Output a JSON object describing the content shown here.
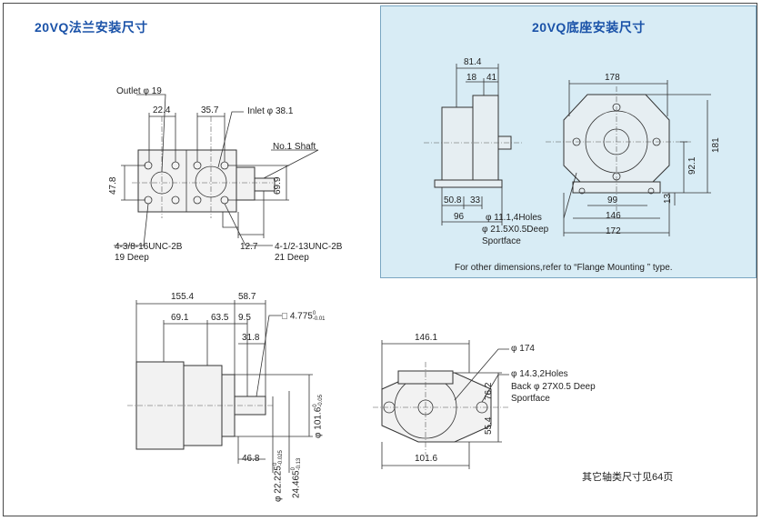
{
  "titles": {
    "flange": "20VQ法兰安装尺寸",
    "foot": "20VQ底座安装尺寸"
  },
  "flange_view": {
    "outlet": "Outlet φ 19",
    "inlet": "Inlet φ 38.1",
    "shaft": "No.1 Shaft",
    "d_22_4": "22.4",
    "d_35_7": "35.7",
    "d_47_8": "47.8",
    "d_69_9": "69.9",
    "d_12_7": "12.7",
    "thread_left_1": "4-3/8-16UNC-2B",
    "thread_left_2": "19 Deep",
    "thread_right_1": "4-1/2-13UNC-2B",
    "thread_right_2": "21 Deep"
  },
  "foot_view": {
    "d_81_4": "81.4",
    "d_18": "18",
    "d_41": "41",
    "d_50_8": "50.8",
    "d_33": "33",
    "d_96": "96",
    "d_178": "178",
    "d_181": "181",
    "d_92_1": "92.1",
    "d_13": "13",
    "d_99": "99",
    "d_146": "146",
    "d_172": "172",
    "holes": "φ 11.1,4Holes",
    "spot_1": "φ 21.5X0.5Deep",
    "spot_2": "Sportface",
    "footnote": "For other  dimensions,refer to  “Flange Mounting ” type."
  },
  "side_view": {
    "d_155_4": "155.4",
    "d_58_7": "58.7",
    "d_69_1": "69.1",
    "d_63_5": "63.5",
    "d_9_5": "9.5",
    "key": "□ 4.775",
    "key_tol_top": "0",
    "key_tol_bot": "-0.01",
    "d_31_8": "31.8",
    "d_46_8": "46.8",
    "shaft_dia": "φ 22.225",
    "shaft_tol_top": "0",
    "shaft_tol_bot": "-0.025",
    "d_24_465": "24.465",
    "d_24_tol_top": "0",
    "d_24_tol_bot": "-0.13",
    "pilot_dia": "φ 101.6",
    "pilot_tol_top": "0",
    "pilot_tol_bot": "-0.05"
  },
  "front_view": {
    "d_146_1": "146.1",
    "d_174": "φ 174",
    "holes": "φ 14.3,2Holes",
    "back_1": "Back φ 27X0.5 Deep",
    "back_2": "Sportface",
    "d_76_2": "76.2",
    "d_55_4": "55.4",
    "d_101_6": "101.6"
  },
  "bottom_note": "其它轴类尺寸见64页"
}
